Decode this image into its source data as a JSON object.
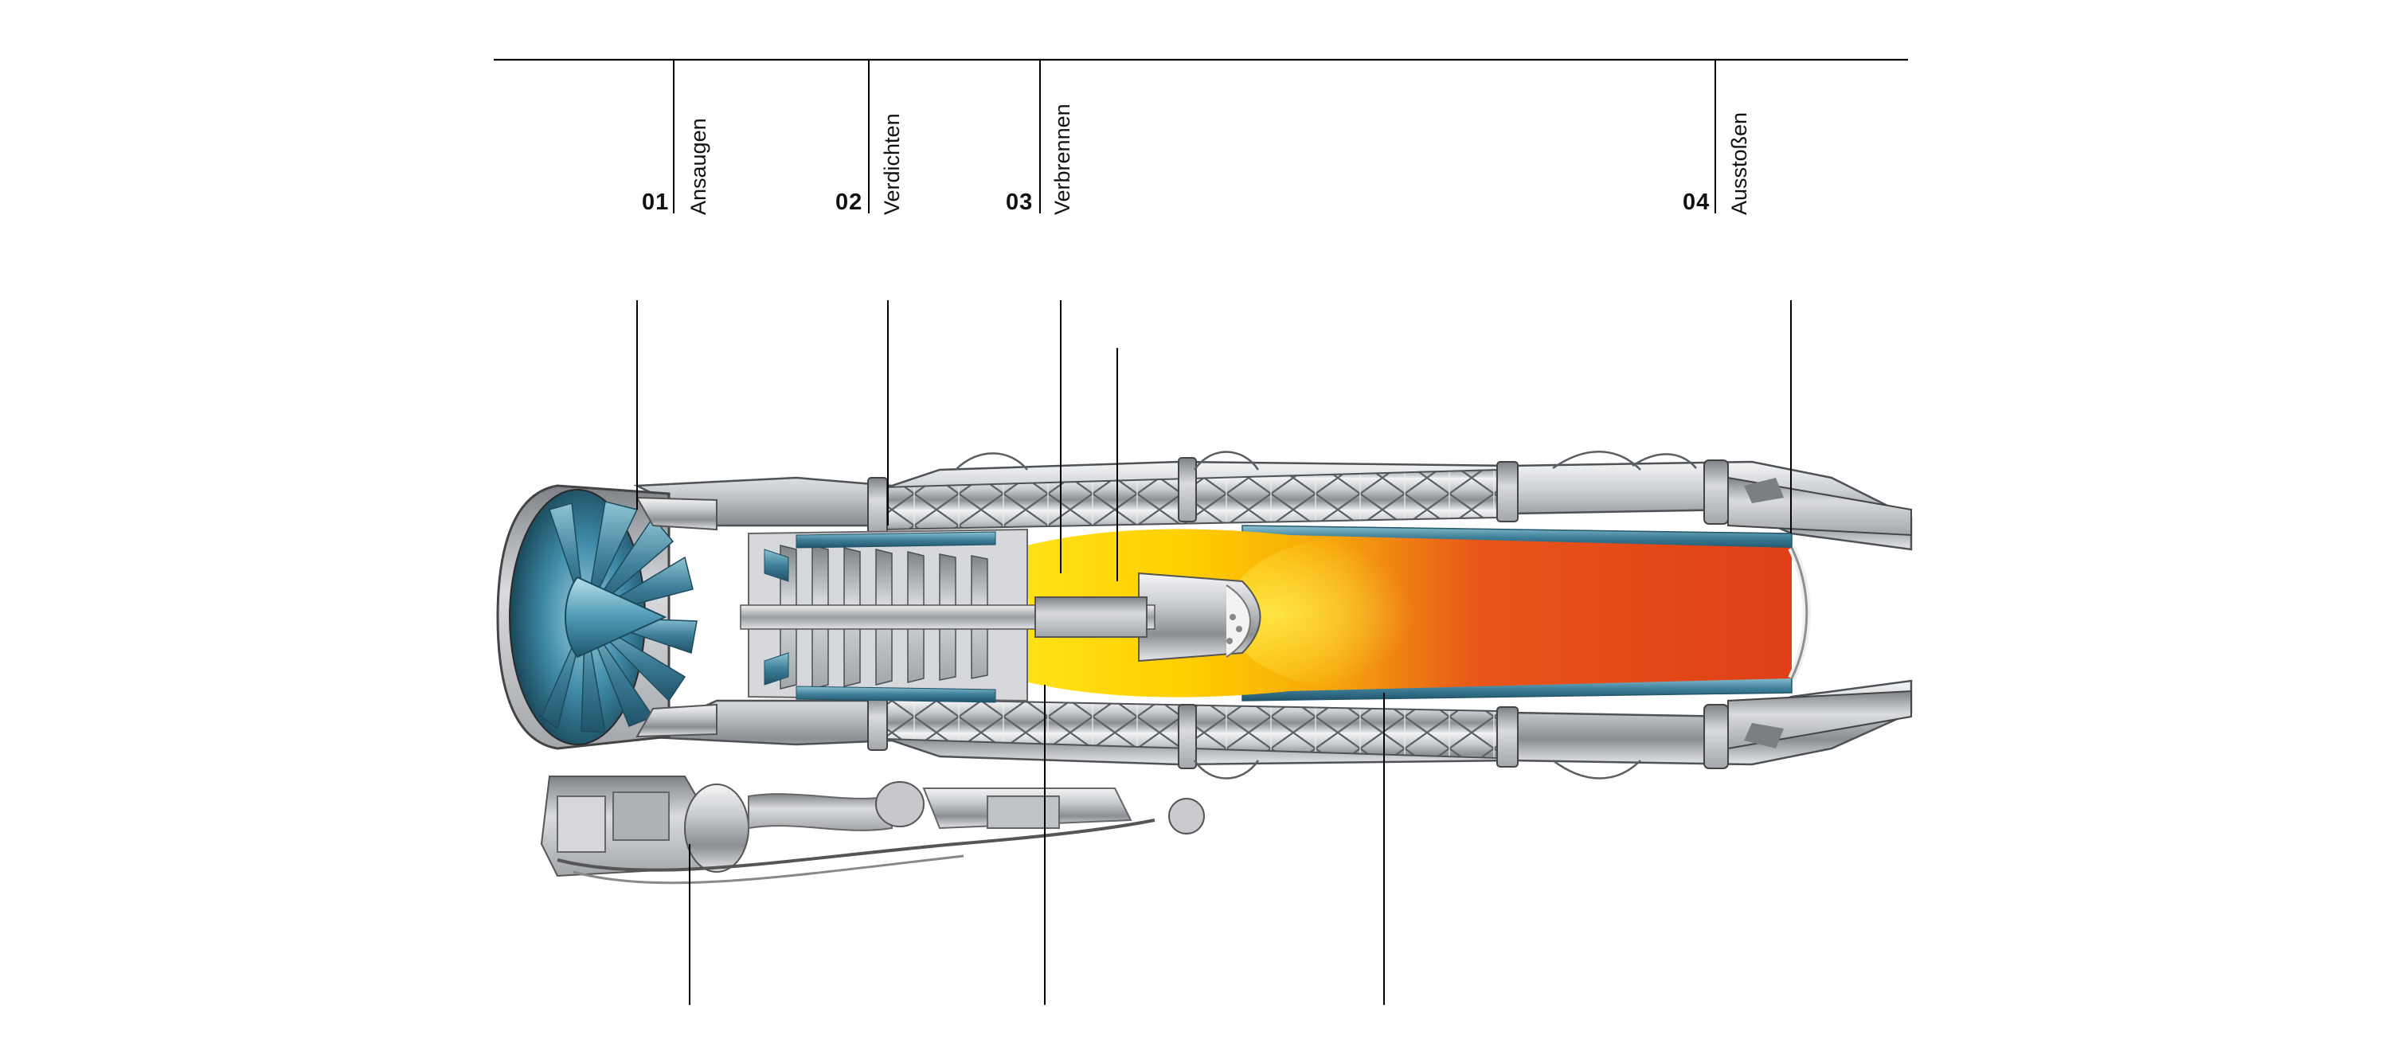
{
  "stages": [
    {
      "number": "01",
      "label": "Ansaugen"
    },
    {
      "number": "02",
      "label": "Verdichten"
    },
    {
      "number": "03",
      "label": "Verbrennen"
    },
    {
      "number": "04",
      "label": "Ausstoßen"
    }
  ],
  "colors": {
    "fan_blue": "#3f8aa8",
    "casing_steel": "#b9bcc0",
    "flame_yellow": "#ffd200",
    "flame_red": "#e2401a",
    "leader_line": "#000000"
  }
}
